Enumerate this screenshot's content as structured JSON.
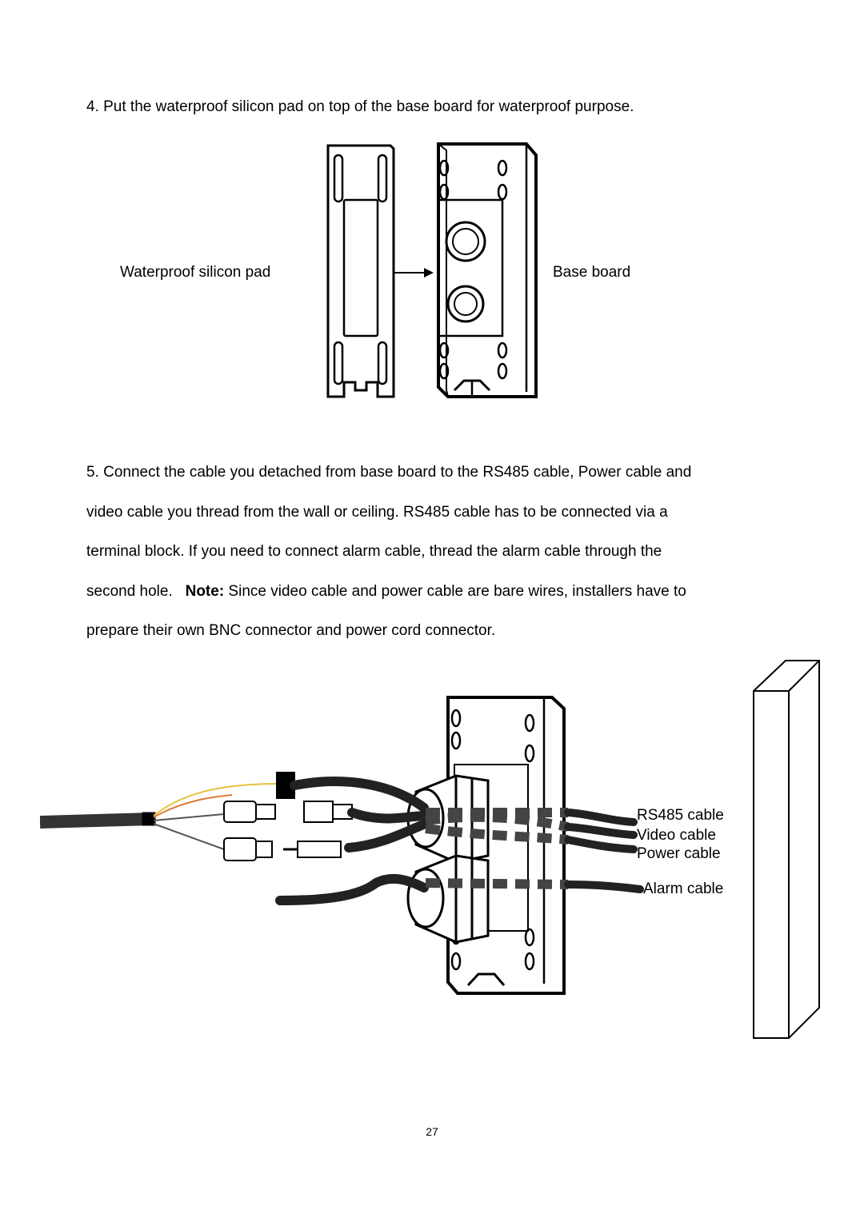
{
  "step4": {
    "text": "4. Put the waterproof silicon pad on top of the base board for waterproof purpose."
  },
  "figure1": {
    "pad_label": "Waterproof silicon pad",
    "board_label": "Base board"
  },
  "step5": {
    "line1": "5. Connect the cable you detached from base board to the RS485 cable, Power cable and",
    "line2": "video cable you thread from the wall or ceiling. RS485 cable has to be connected via a",
    "line3": "terminal block. If you need to connect alarm cable, thread the alarm cable through the",
    "line4_start": "second hole.",
    "note_label": "Note:",
    "line4_rest": " Since video cable and power cable are bare wires, installers have to",
    "line5": "prepare their own BNC connector and power cord connector."
  },
  "figure2": {
    "rs485_label": "RS485 cable",
    "video_label": "Video cable",
    "power_label": "Power cable",
    "alarm_label": "Alarm cable"
  },
  "page_number": "27"
}
